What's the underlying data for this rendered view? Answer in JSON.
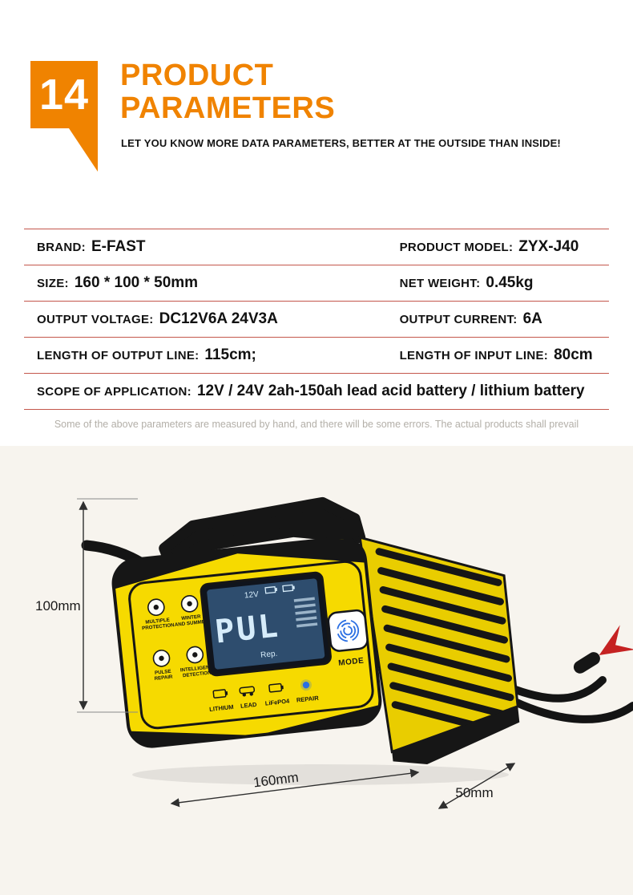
{
  "header": {
    "badge_number": "14",
    "title_line1": "PRODUCT",
    "title_line2": "PARAMETERS",
    "subtitle": "LET YOU KNOW MORE DATA PARAMETERS, BETTER AT THE OUTSIDE THAN INSIDE!"
  },
  "specs": {
    "rows": [
      {
        "label": "BRAND:",
        "value": "E-FAST",
        "label2": "PRODUCT MODEL:",
        "value2": "ZYX-J40"
      },
      {
        "label": "SIZE:",
        "value": "160 * 100 * 50mm",
        "label2": "NET WEIGHT:",
        "value2": "0.45kg"
      },
      {
        "label": "OUTPUT VOLTAGE:",
        "value": "DC12V6A 24V3A",
        "label2": "OUTPUT CURRENT:",
        "value2": "6A"
      },
      {
        "label": "LENGTH OF OUTPUT LINE:",
        "value": "115cm;",
        "label2": "LENGTH OF INPUT LINE:",
        "value2": "80cm"
      }
    ],
    "full_row": {
      "label": "SCOPE OF APPLICATION:",
      "value": "12V / 24V 2ah-150ah lead acid battery / lithium battery"
    },
    "note": "Some of the above parameters are measured by hand, and there will be some errors. The actual products shall prevail"
  },
  "product": {
    "dimensions": {
      "height": "100mm",
      "width": "160mm",
      "depth": "50mm"
    },
    "device": {
      "features": [
        {
          "line1": "MULTIPLE",
          "line2": "PROTECTION"
        },
        {
          "line1": "WINTER",
          "line2": "AND SUMMER"
        },
        {
          "line1": "PULSE",
          "line2": "REPAIR"
        },
        {
          "line1": "INTELLIGENT",
          "line2": "DETECTION"
        }
      ],
      "lcd": {
        "main": "PUL",
        "voltage": "12V",
        "rep": "Rep."
      },
      "mode_label": "MODE",
      "battery_types": [
        "LITHIUM",
        "LEAD",
        "LiFePO4",
        "REPAIR"
      ]
    }
  },
  "colors": {
    "accent": "#f08300",
    "table-line": "#c4574c",
    "note-gray": "#b3afa8",
    "body-yellow": "#f6da00",
    "body-black": "#161616",
    "lcd-screen": "#2e4d6e",
    "lcd-text": "#d6ecfa",
    "led-blue": "#2b6fe3",
    "clamp-red": "#c52222",
    "section-bg": "#f7f4ee"
  }
}
